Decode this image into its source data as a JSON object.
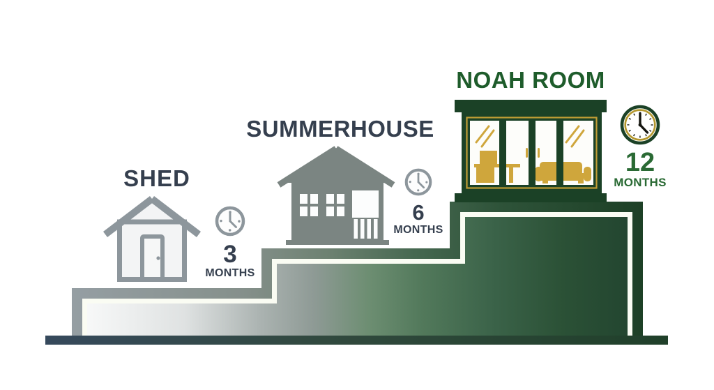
{
  "infographic": {
    "description_items": [
      {
        "label": "SHED",
        "months_value": "3",
        "months_unit": "MONTHS"
      },
      {
        "label": "SUMMERHOUSE",
        "months_value": "6",
        "months_unit": "MONTHS"
      },
      {
        "label": "NOAH ROOM",
        "months_value": "12",
        "months_unit": "MONTHS"
      }
    ],
    "colors": {
      "label_dark": "#353f4e",
      "label_green": "#1e5c2b",
      "value_green": "#2a6a34",
      "icon_gray": "#8d969c",
      "summerhouse_gray": "#7b8582",
      "noah_green": "#1b4126",
      "noah_gold": "#cfa63c",
      "step_fill_light": "#f7f8f8",
      "step_fill_dark": "#224630",
      "step_border_light": "#959ea3",
      "step_border_dark": "#1d4026",
      "inset_white": "#fafcf3",
      "baseline_left": "#36495c",
      "baseline_right": "#20402a"
    },
    "icons": {
      "shed": "shed-icon",
      "summerhouse": "summerhouse-icon",
      "noah_room": "garden-room-icon",
      "duration": "clock-icon"
    }
  }
}
